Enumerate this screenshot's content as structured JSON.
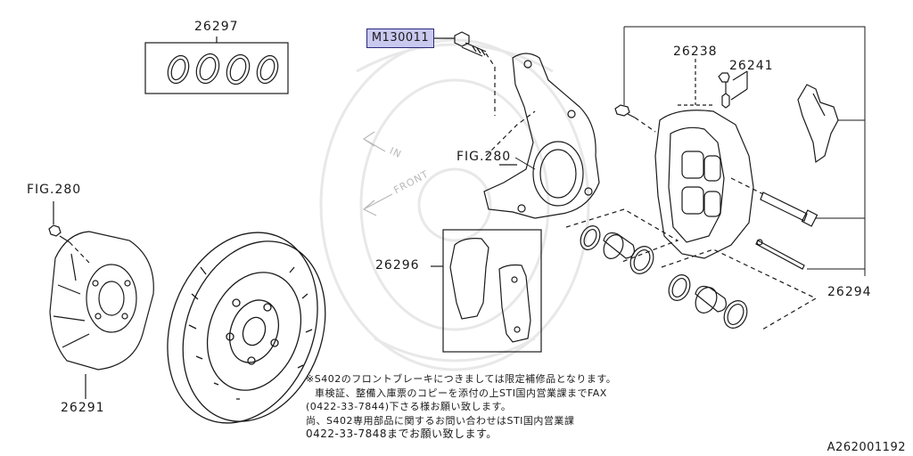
{
  "highlighted_part": "M130011",
  "labels": {
    "piston_seal_kit": "26297",
    "caliper_body": "26238",
    "bleeder": "26241",
    "fig_knuckle": "FIG.280",
    "fig_backplate": "FIG.280",
    "pad_set": "26296",
    "caliper_assy": "26294",
    "dust_cover": "26291"
  },
  "direction_arrows": {
    "in": "IN",
    "front": "FRONT"
  },
  "note_lines": [
    "※S402のフロントブレーキにつきましては限定補修品となります。",
    "車検証、整備入庫票のコピーを添付の上STI国内営業課までFAX",
    "(0422-33-7844)下さる様お願い致します。",
    "尚、S402専用部品に関するお問い合わせはSTI国内営業課",
    "0422-33-7848までお願い致します。"
  ],
  "figure_ref": "A262001192",
  "colors": {
    "highlight": "#c9c8ef",
    "line": "#1a1a1a",
    "watermark": "#e6e6e6"
  }
}
